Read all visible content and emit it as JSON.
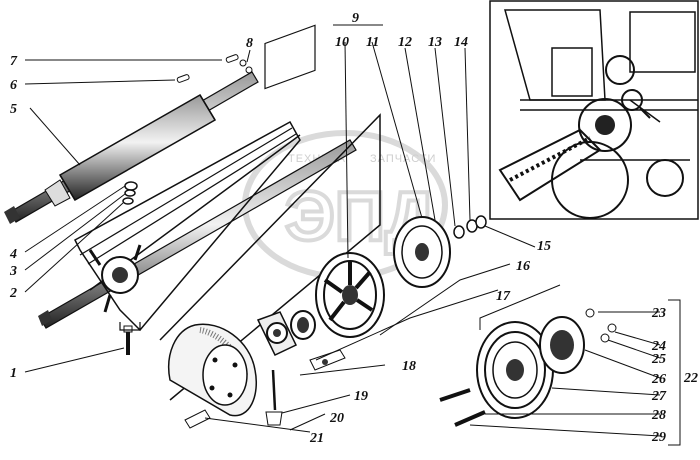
{
  "diagram": {
    "labels": {
      "l1": "1",
      "l2": "2",
      "l3": "3",
      "l4": "4",
      "l5": "5",
      "l6": "6",
      "l7": "7",
      "l8": "8",
      "l9": "9",
      "l10": "10",
      "l11": "11",
      "l12": "12",
      "l13": "13",
      "l14": "14",
      "l15": "15",
      "l16": "16",
      "l17": "17",
      "l18": "18",
      "l19": "19",
      "l20": "20",
      "l21": "21",
      "l22": "22",
      "l23": "23",
      "l24": "24",
      "l25": "25",
      "l26": "26",
      "l27": "27",
      "l28": "28",
      "l29": "29"
    },
    "watermark": {
      "left": "ТЕХНИКА",
      "right": "ЗАПЧАСТИ",
      "logo": "ЭПД"
    },
    "colors": {
      "ink": "#111111",
      "watermark": "#d0d0d0"
    }
  }
}
